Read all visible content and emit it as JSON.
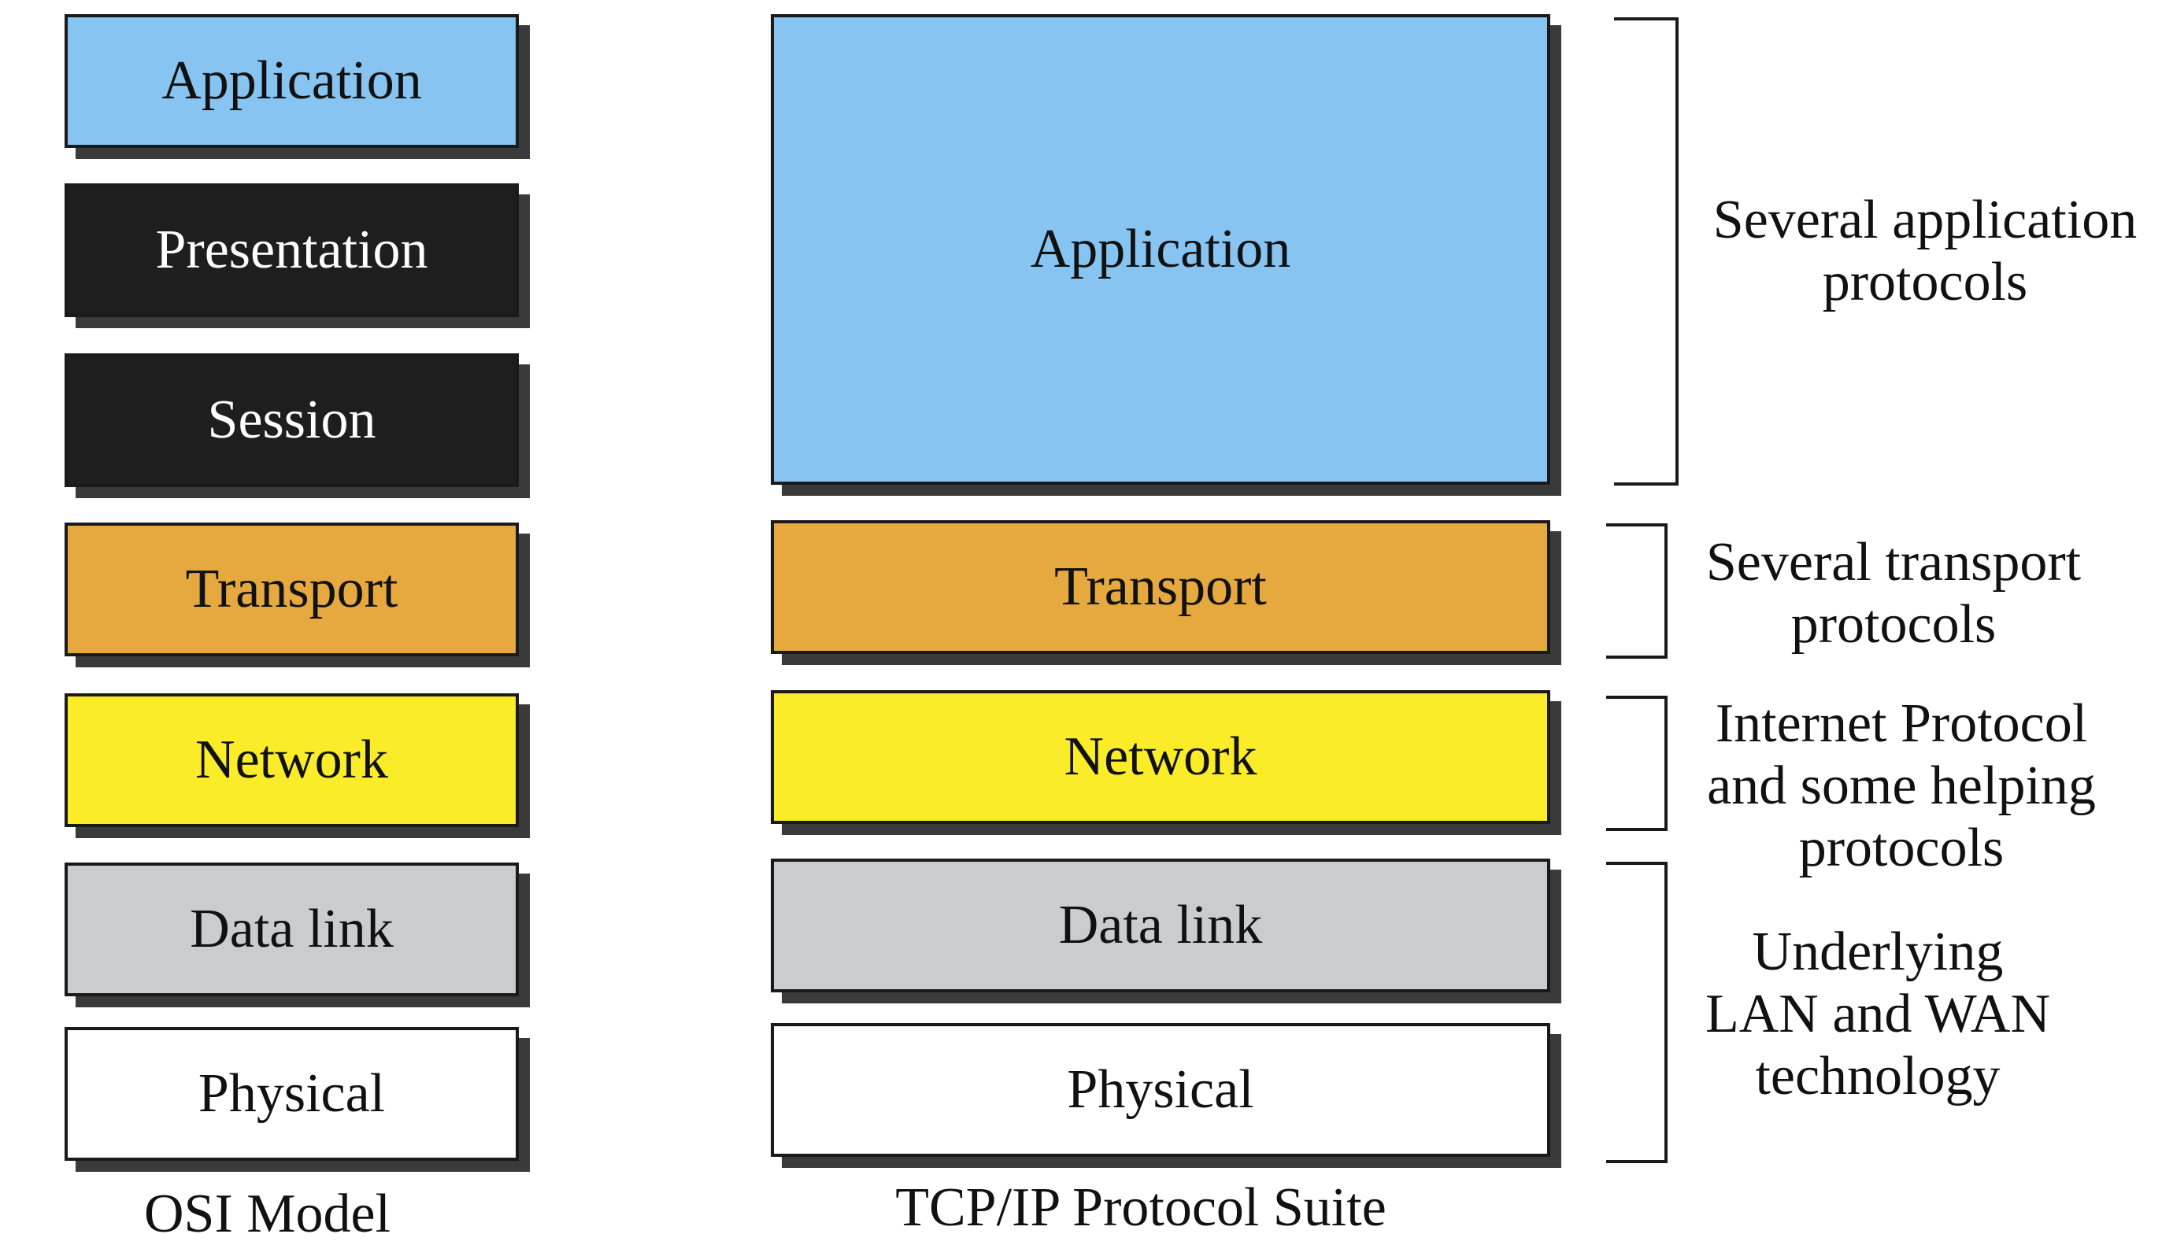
{
  "colors": {
    "application": "#87C4F1",
    "presentation": "#1E1E1E",
    "session": "#1E1E1E",
    "transport": "#E6A93F",
    "network": "#FBEC2A",
    "data_link": "#CBCCCE",
    "physical": "#FFFFFF",
    "dark_text": "#FFFFFF",
    "shadow": "#3A3A3A"
  },
  "osi": {
    "caption": "OSI Model",
    "layers": [
      {
        "key": "application",
        "label": "Application"
      },
      {
        "key": "presentation",
        "label": "Presentation"
      },
      {
        "key": "session",
        "label": "Session"
      },
      {
        "key": "transport",
        "label": "Transport"
      },
      {
        "key": "network",
        "label": "Network"
      },
      {
        "key": "data_link",
        "label": "Data link"
      },
      {
        "key": "physical",
        "label": "Physical"
      }
    ]
  },
  "tcpip": {
    "caption": "TCP/IP Protocol Suite",
    "layers": [
      {
        "key": "application",
        "label": "Application"
      },
      {
        "key": "transport",
        "label": "Transport"
      },
      {
        "key": "network",
        "label": "Network"
      },
      {
        "key": "data_link",
        "label": "Data link"
      },
      {
        "key": "physical",
        "label": "Physical"
      }
    ]
  },
  "notes": {
    "application": [
      "Several application",
      "protocols"
    ],
    "transport": [
      "Several transport",
      "protocols"
    ],
    "network": [
      "Internet Protocol",
      "and some helping",
      "protocols"
    ],
    "underlying": [
      "Underlying",
      "LAN and WAN",
      "technology"
    ]
  }
}
